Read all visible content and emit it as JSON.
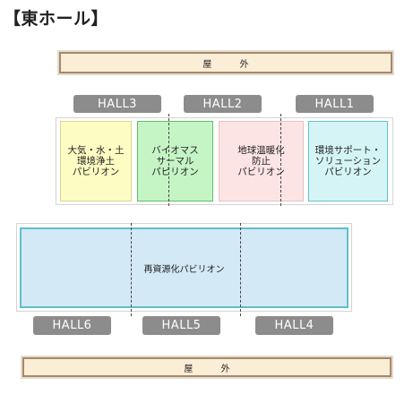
{
  "title": "【東ホール】",
  "outside_top": "屋 外",
  "outside_bottom": "屋 外",
  "halls_top": [
    "HALL3",
    "HALL2",
    "HALL1"
  ],
  "halls_bottom": [
    "HALL6",
    "HALL5",
    "HALL4"
  ],
  "booths_top": [
    "大気・水・土\n環境浄土\nパビリオン",
    "バイオマス\nサーマル\nパビリオン",
    "地球温暖化\n防止\nパビリオン",
    "環境サポート・\nソリューション\nパビリオン"
  ],
  "booth_bottom": "再資源化パビリオン",
  "colors": {
    "yellow": "#fcfcc3",
    "green": "#c6f5c5",
    "pink": "#fde4e4",
    "cyan": "#d5f4f5",
    "blue": "#d3e9f6",
    "hall": "#8c8c8c",
    "outside": "#fbeed7"
  }
}
